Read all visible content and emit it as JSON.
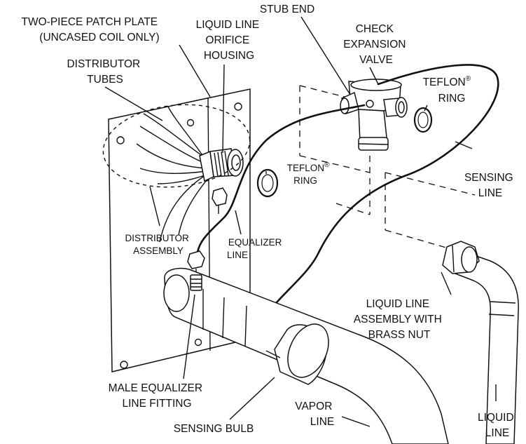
{
  "labels": {
    "two_piece_patch_plate": [
      "TWO-PIECE PATCH PLATE",
      "(UNCASED COIL ONLY)"
    ],
    "liquid_line_orifice_housing": [
      "LIQUID LINE",
      "ORIFICE",
      "HOUSING"
    ],
    "stub_end": [
      "STUB END"
    ],
    "check_expansion_valve": [
      "CHECK",
      "EXPANSION",
      "VALVE"
    ],
    "distributor_tubes": [
      "DISTRIBUTOR",
      "TUBES"
    ],
    "teflon_ring_right": {
      "line1": "TEFLON",
      "sup": "®",
      "line2": "RING"
    },
    "teflon_ring_center": {
      "line1": "TEFLON",
      "sup": "®",
      "line2": "RING"
    },
    "sensing_line": [
      "SENSING",
      "LINE"
    ],
    "distributor_assembly": [
      "DISTRIBUTOR",
      "ASSEMBLY"
    ],
    "equalizer_line": [
      "EQUALIZER",
      "LINE"
    ],
    "liquid_line_assembly": [
      "LIQUID LINE",
      "ASSEMBLY WITH",
      "BRASS NUT"
    ],
    "male_equalizer_fitting": [
      "MALE EQUALIZER",
      "LINE FITTING"
    ],
    "sensing_bulb": [
      "SENSING BULB"
    ],
    "vapor_line": [
      "VAPOR",
      "LINE"
    ],
    "liquid_line": [
      "LIQUID",
      "LINE"
    ]
  }
}
